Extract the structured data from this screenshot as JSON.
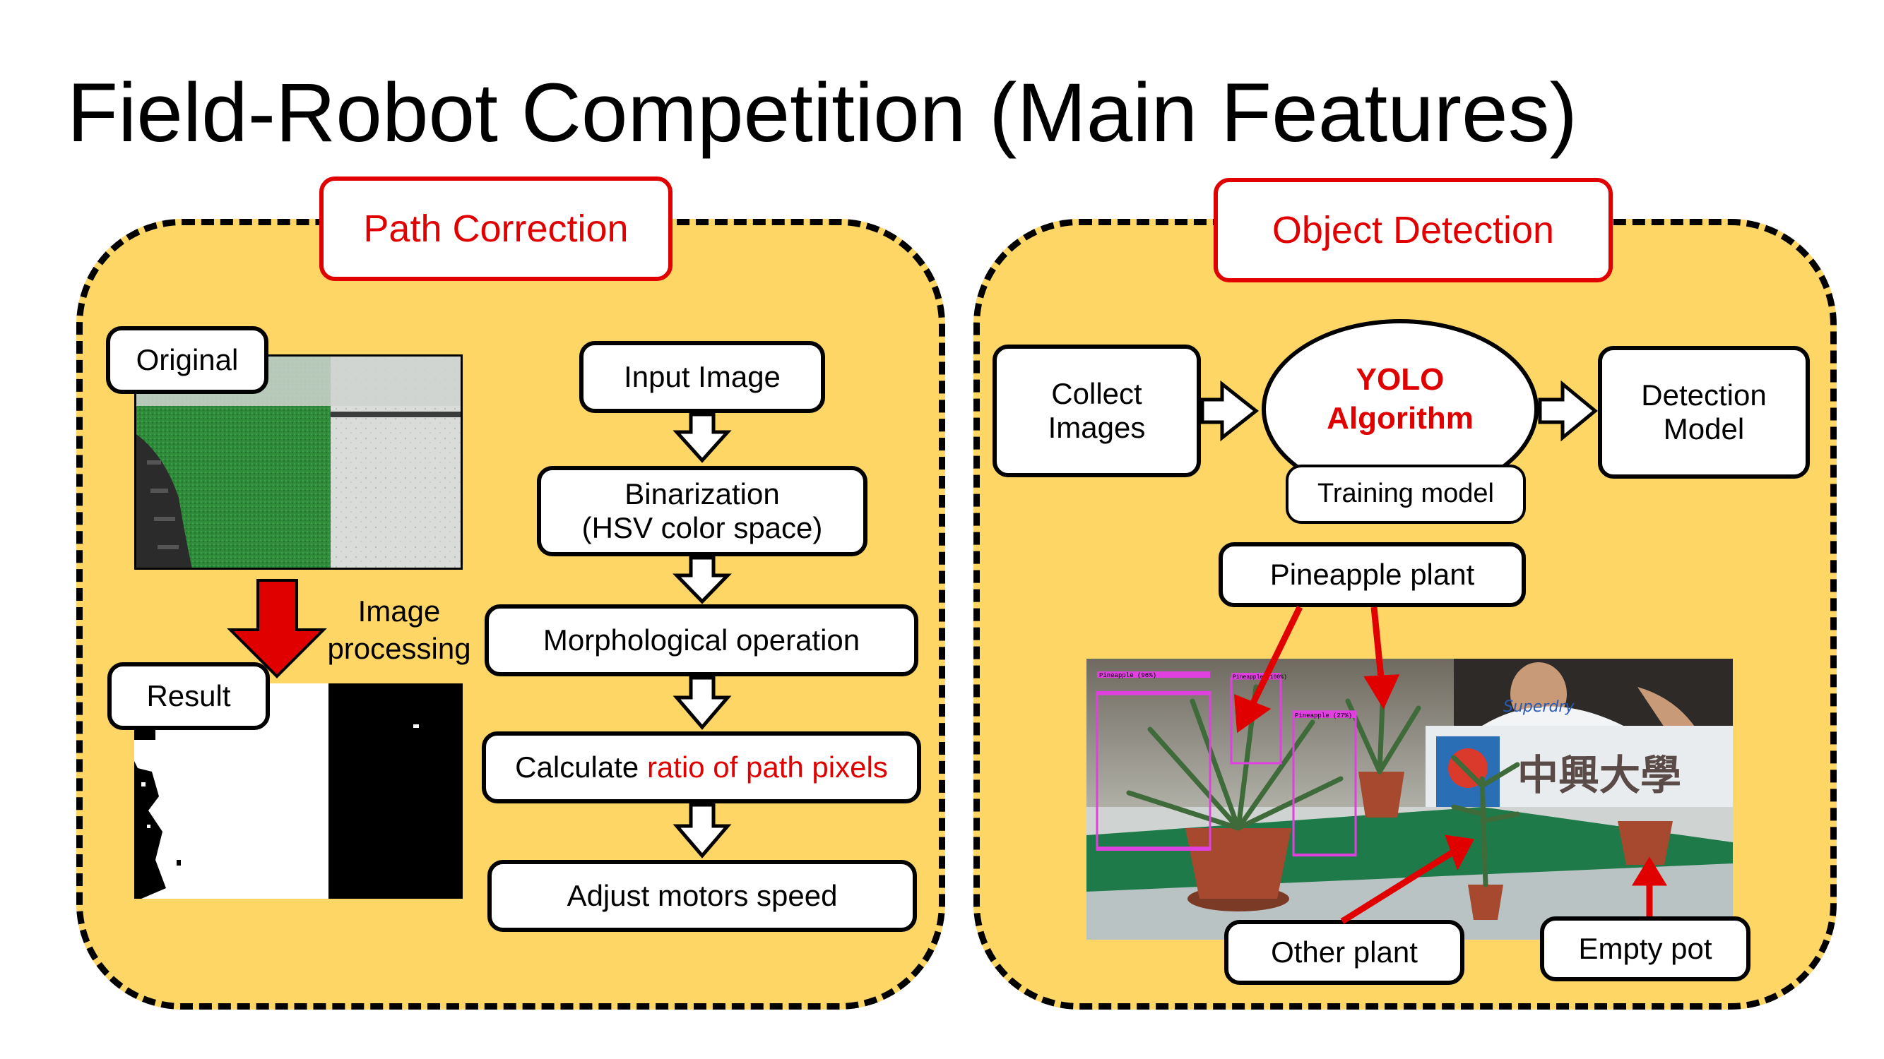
{
  "title": "Field-Robot Competition (Main Features)",
  "left_panel": {
    "heading": "Path Correction",
    "original_label": "Original",
    "result_label": "Result",
    "processing_line1": "Image",
    "processing_line2": "processing",
    "flow": {
      "step1": "Input Image",
      "step2_line1": "Binarization",
      "step2_line2": "(HSV color space)",
      "step3": "Morphological operation",
      "step4_prefix": "Calculate ",
      "step4_highlight": "ratio of path pixels",
      "step5": "Adjust motors speed"
    }
  },
  "right_panel": {
    "heading": "Object Detection",
    "collect_line1": "Collect",
    "collect_line2": "Images",
    "yolo_line1": "YOLO",
    "yolo_line2": "Algorithm",
    "training_model": "Training model",
    "detection_line1": "Detection",
    "detection_line2": "Model",
    "pineapple_plant": "Pineapple plant",
    "other_plant": "Other plant",
    "empty_pot": "Empty pot",
    "photo": {
      "det1": "Pineapple (96%)",
      "det2": "Pineapple (100%)",
      "det3": "Pineapple (27%)",
      "sign_text": "中興大學",
      "shirt_text": "Superdry"
    }
  },
  "colors": {
    "panel_fill": "#FDD666",
    "accent_red": "#E00000",
    "detection_box": "#E040E0"
  }
}
